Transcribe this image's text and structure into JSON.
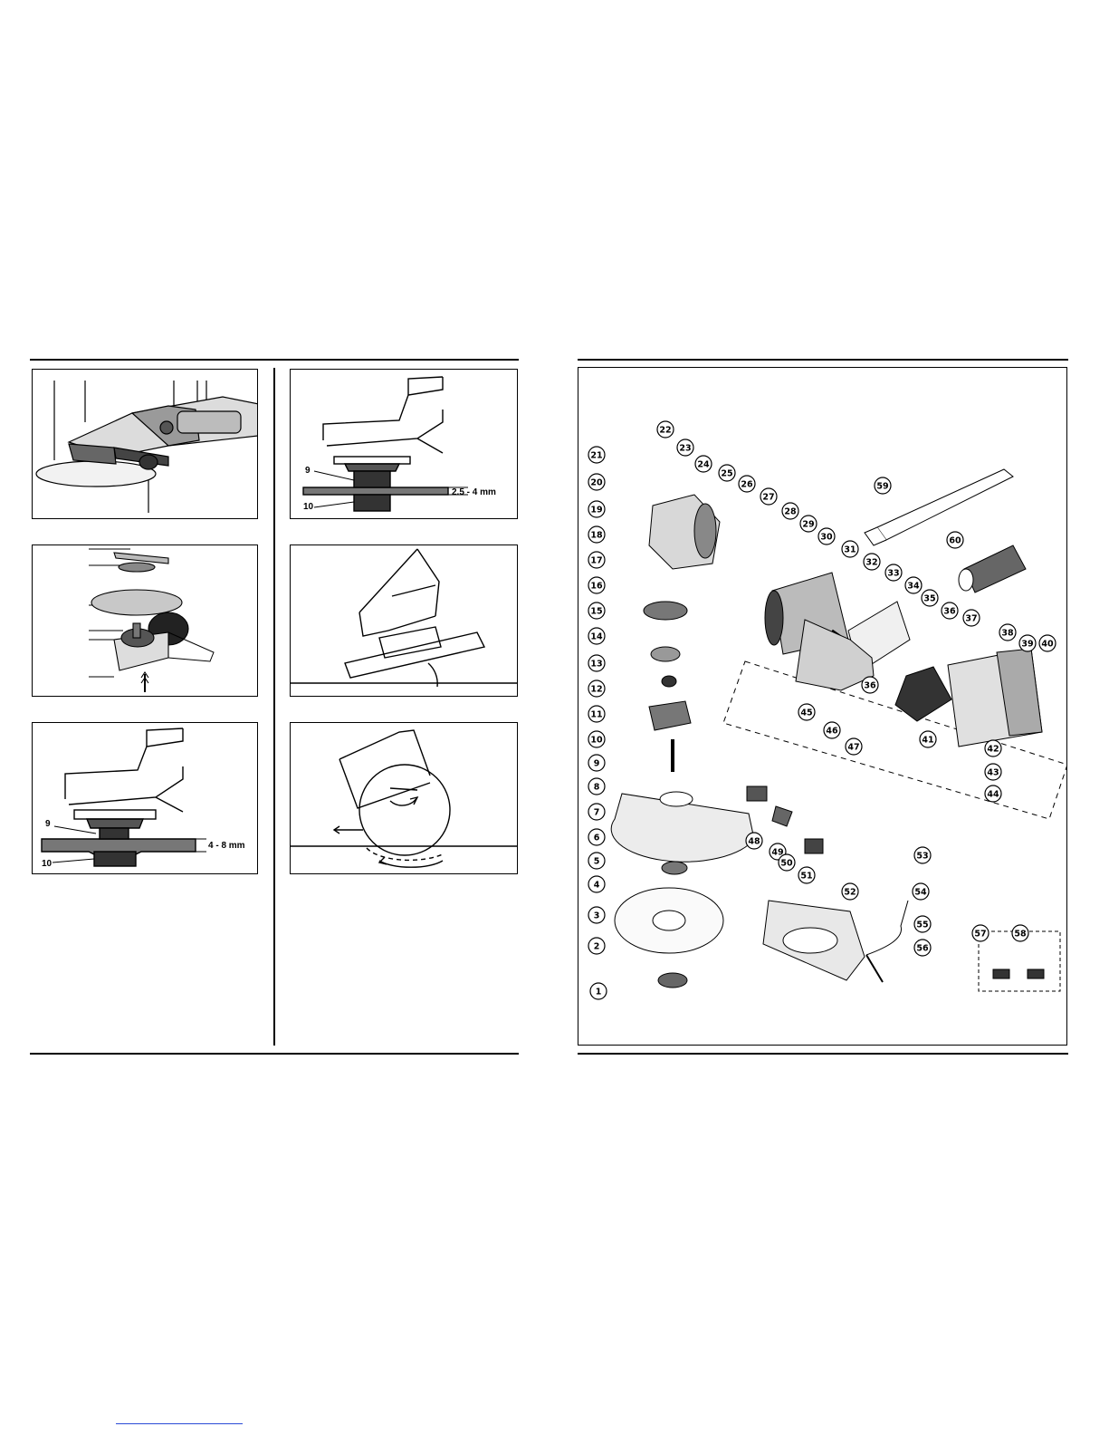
{
  "figures": {
    "fig_a": {
      "name": "tool-overview"
    },
    "fig_b": {
      "label_top": "9",
      "label_bottom": "10",
      "dimension": "2.5 - 4 mm"
    },
    "fig_c": {
      "name": "disc-assembly"
    },
    "fig_d": {
      "name": "cutting-angle"
    },
    "fig_e": {
      "label_top": "9",
      "label_bottom": "10",
      "dimension": "4 - 8 mm"
    },
    "fig_f": {
      "name": "cutting-direction"
    }
  },
  "exploded_view": {
    "part_numbers": [
      "1",
      "2",
      "3",
      "4",
      "5",
      "6",
      "7",
      "8",
      "9",
      "10",
      "11",
      "12",
      "13",
      "14",
      "15",
      "16",
      "17",
      "18",
      "19",
      "20",
      "21",
      "22",
      "23",
      "24",
      "25",
      "26",
      "27",
      "28",
      "29",
      "30",
      "31",
      "32",
      "33",
      "34",
      "35",
      "36",
      "36",
      "37",
      "38",
      "39",
      "40",
      "41",
      "42",
      "43",
      "44",
      "45",
      "46",
      "47",
      "48",
      "49",
      "50",
      "51",
      "52",
      "53",
      "54",
      "55",
      "56",
      "57",
      "58",
      "59",
      "60"
    ]
  },
  "colors": {
    "ink": "#000000",
    "paper": "#ffffff",
    "link": "#2a4bd7"
  }
}
